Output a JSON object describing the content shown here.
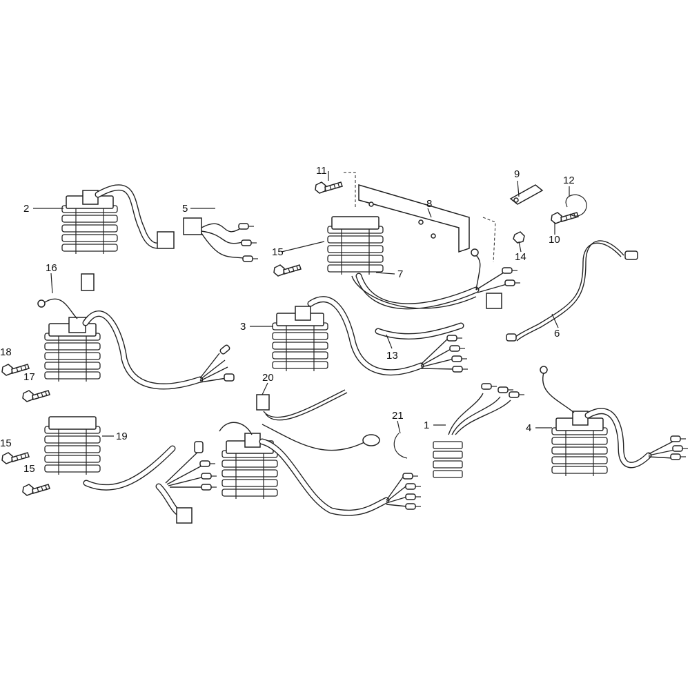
{
  "callouts": {
    "c1": "1",
    "c2": "2",
    "c3": "3",
    "c4": "4",
    "c5": "5",
    "c6": "6",
    "c7": "7",
    "c8": "8",
    "c9": "9",
    "c10": "10",
    "c11": "11",
    "c12": "12",
    "c13": "13",
    "c14": "14",
    "c15a": "15",
    "c15b": "15",
    "c15c": "15",
    "c16": "16",
    "c17": "17",
    "c18": "18",
    "c19": "19",
    "c20": "20",
    "c21": "21"
  }
}
